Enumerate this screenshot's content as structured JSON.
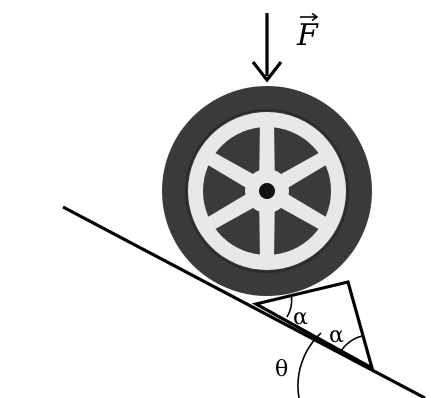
{
  "labels": {
    "force": "F",
    "angle_alpha_upper": "α",
    "angle_alpha_lower": "α",
    "angle_theta": "θ"
  },
  "colors": {
    "tire": "#3a3a3a",
    "rim": "#e8e8e8",
    "rim_window": "#3a3a3a",
    "hub": "#111111",
    "stroke": "#000000",
    "background": "#ffffff"
  },
  "icons": {
    "force_arrow": "arrow-down-icon",
    "vector_mark": "vector-arrow-icon",
    "wheel": "wheel-icon"
  }
}
